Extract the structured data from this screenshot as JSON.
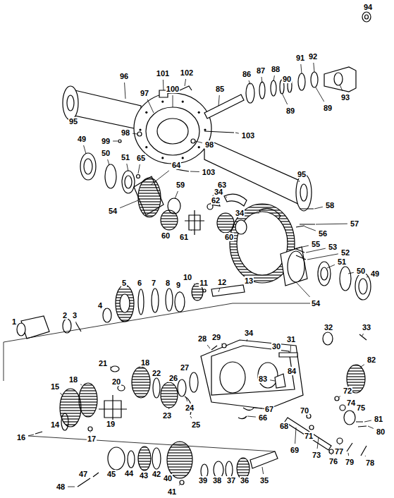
{
  "diagram": {
    "labels": [
      "94",
      "96",
      "101",
      "102",
      "85",
      "86",
      "87",
      "88",
      "90",
      "91",
      "92",
      "93",
      "89",
      "89",
      "97",
      "100",
      "98",
      "99",
      "98",
      "95",
      "95",
      "103",
      "103",
      "49",
      "50",
      "51",
      "65",
      "64",
      "59",
      "54",
      "60",
      "61",
      "60",
      "63",
      "62",
      "34",
      "34",
      "58",
      "57",
      "56",
      "55",
      "53",
      "52",
      "51",
      "50",
      "49",
      "54",
      "1",
      "2",
      "3",
      "4",
      "5",
      "6",
      "7",
      "8",
      "9",
      "10",
      "11",
      "12",
      "13",
      "32",
      "33",
      "28",
      "29",
      "34",
      "30",
      "31",
      "82",
      "21",
      "18",
      "20",
      "22",
      "27",
      "26",
      "84",
      "83",
      "15",
      "18",
      "23",
      "24",
      "25",
      "67",
      "66",
      "72",
      "74",
      "75",
      "81",
      "80",
      "14",
      "19",
      "16",
      "17",
      "68",
      "70",
      "71",
      "69",
      "73",
      "77",
      "76",
      "79",
      "78",
      "35",
      "36",
      "37",
      "38",
      "39",
      "40",
      "41",
      "42",
      "43",
      "44",
      "45",
      "47",
      "48"
    ]
  }
}
